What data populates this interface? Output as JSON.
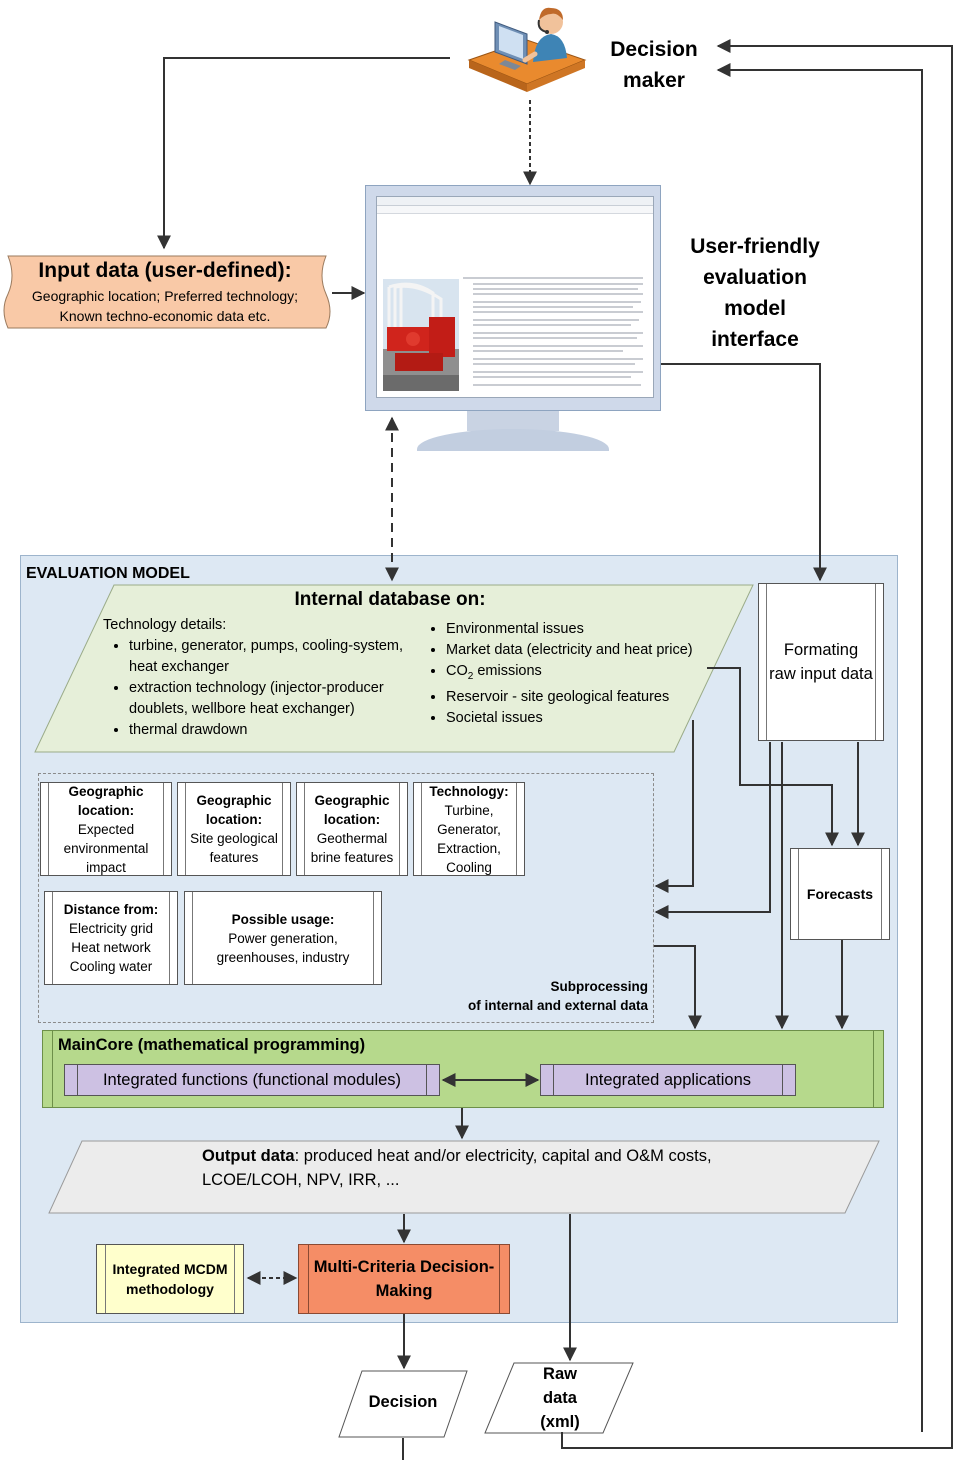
{
  "top": {
    "decision_maker_line1": "Decision",
    "decision_maker_line2": "maker",
    "ui_line1": "User-friendly",
    "ui_line2": "evaluation",
    "ui_line3": "model",
    "ui_line4": "interface"
  },
  "input": {
    "title": "Input data (user-defined):",
    "line1": "Geographic location; Preferred technology;",
    "line2": "Known techno-economic data etc."
  },
  "evaluation_model": {
    "title": "EVALUATION MODEL",
    "database": {
      "title": "Internal database on:",
      "left_heading": "Technology details:",
      "left_items": [
        "turbine, generator, pumps, cooling-system, heat exchanger",
        "extraction technology (injector-producer doublets, wellbore heat exchanger)",
        "thermal drawdown"
      ],
      "right_items": [
        "Environmental issues",
        "Market data (electricity and heat price)",
        "emissions",
        "Reservoir - site geological features",
        "Societal issues"
      ],
      "co2_base": "CO",
      "co2_sub": "2"
    },
    "subprocessing": {
      "boxes": [
        {
          "title": "Geographic location:",
          "body": "Expected environmental impact"
        },
        {
          "title": "Geographic location:",
          "body": "Site geological features"
        },
        {
          "title": "Geographic location:",
          "body": "Geothermal brine features"
        },
        {
          "title": "Technology:",
          "body": "Turbine, Generator, Extraction, Cooling"
        },
        {
          "title": "Distance from:",
          "body": "Electricity grid Heat network Cooling water"
        },
        {
          "title": "Possible usage:",
          "body": "Power generation, greenhouses, industry"
        }
      ],
      "label_line1": "Subprocessing",
      "label_line2": "of internal and external data"
    },
    "formating": "Formating raw input data",
    "forecasts": "Forecasts",
    "maincore": {
      "title": "MainCore (mathematical programming)",
      "functions": "Integrated functions (functional modules)",
      "applications": "Integrated applications"
    },
    "output": {
      "label": "Output data",
      "text": ": produced heat and/or electricity, capital and O&M costs, LCOE/LCOH, NPV, IRR,  ..."
    },
    "mcdm_integrated": "Integrated MCDM methodology",
    "mcdm": "Multi-Criteria Decision-Making"
  },
  "outputs": {
    "decision": "Decision",
    "raw_line1": "Raw",
    "raw_line2": "data",
    "raw_line3": "(xml)"
  },
  "colors": {
    "eval_bg": "#dde8f3",
    "database_fill": "#e6efd9",
    "input_fill": "#f9c9a7",
    "maincore_fill": "#b6d98c",
    "purple_fill": "#cdc1e3",
    "mcdm_fill": "#f58d66",
    "mcdm_integrated_fill": "#ffffcc",
    "output_fill": "#ececec",
    "arrow": "#333333"
  },
  "icons": [
    "person-at-computer-icon",
    "monitor-icon",
    "geothermal-plant-photo"
  ]
}
